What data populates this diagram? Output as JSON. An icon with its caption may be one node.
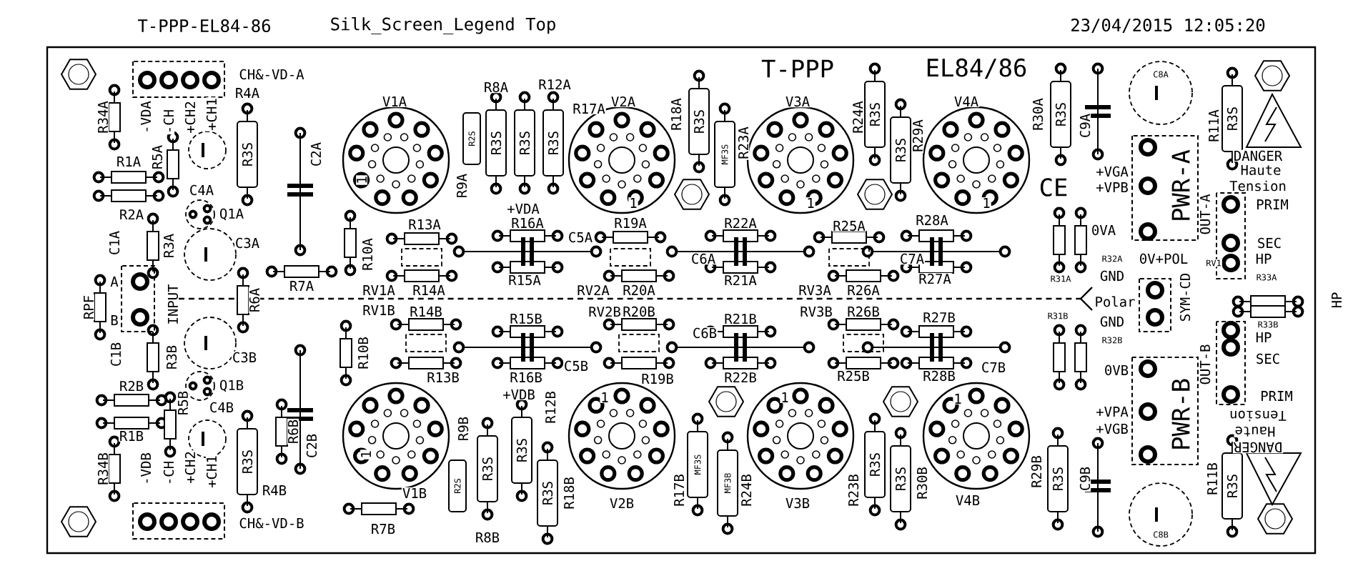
{
  "diagram": {
    "labels": [
      "T-PPP-EL84-86",
      "Silk_Screen_Legend Top",
      "23/04/2015 12:05:20",
      "T-PPP",
      "EL84/86",
      "CH&-VD-A",
      "R34A",
      "-VDA",
      "-CH",
      "+CH2",
      "+CH1",
      "R4A",
      "R3S",
      "C2A",
      "V1A",
      "1",
      "R2S",
      "R9A",
      "R8A",
      "R3S",
      "R3S",
      "R3S",
      "R12A",
      "R17A",
      "V2A",
      "1",
      "+VDA",
      "R18A",
      "R3S",
      "MF3S",
      "R23A",
      "V3A",
      "1",
      "R24A",
      "R3S",
      "R3S",
      "R29A",
      "V4A",
      "1",
      "R30A",
      "R3S",
      "C9A",
      "C8A",
      "R11A",
      "R3S",
      "DANGER",
      "Haute",
      "Tension",
      "+VGA",
      "+VPB",
      "CE",
      "PWR-A",
      "0VA",
      "OUT-A",
      "PRIM",
      "SEC",
      "HP",
      "R1A",
      "R5A",
      "C4A",
      "R2A",
      "Q1A",
      "C1A",
      "R3A",
      "C3A",
      "R10A",
      "R13A",
      "R16A",
      "C5A",
      "R19A",
      "R22A",
      "C6A",
      "R25A",
      "R28A",
      "C7A",
      "R31A",
      "R32A",
      "0V+POL",
      "RV1",
      "R33A",
      "R7A",
      "RV1A",
      "R14A",
      "R15A",
      "RV2A",
      "R20A",
      "R21A",
      "RV3A",
      "R26A",
      "R27A",
      "GND",
      "A",
      "RPF",
      "B",
      "INPUT",
      "R6A",
      "Polar",
      "SYM-CD",
      "HP",
      "RV1B",
      "R14B",
      "RV2B",
      "R20B",
      "R15B",
      "R21B",
      "RV3B",
      "R26B",
      "R27B",
      "R31B",
      "GND",
      "R33B",
      "C1B",
      "R3B",
      "C3B",
      "R10B",
      "C6B",
      "R32B",
      "HP",
      "SEC",
      "OUT-B",
      "C5B",
      "C7B",
      "0VB",
      "R13B",
      "R16B",
      "R19B",
      "R22B",
      "R25B",
      "R28B",
      "R2B",
      "Q1B",
      "+VDB",
      "1",
      "1",
      "1",
      "PRIM",
      "R5B",
      "C4B",
      "R12B",
      "+VPA",
      "R1B",
      "R6B",
      "R9B",
      "+VGB",
      "PWR-B",
      "C2B",
      "1",
      "DANGER",
      "Haute",
      "Tension",
      "R34B",
      "-VDB",
      "-CH",
      "+CH2",
      "+CH1",
      "R3S",
      "R2S",
      "R3S",
      "R3S",
      "R3S",
      "R18B",
      "MF3S",
      "R17B",
      "MF3B",
      "R24B",
      "R23B",
      "R3S",
      "R3S",
      "R30B",
      "R29B",
      "R3S",
      "C9B",
      "R11B",
      "R3S",
      "R4B",
      "V1B",
      "V2B",
      "V3B",
      "V4B",
      "C8B",
      "CH&-VD-B",
      "R7B",
      "R8B"
    ]
  }
}
